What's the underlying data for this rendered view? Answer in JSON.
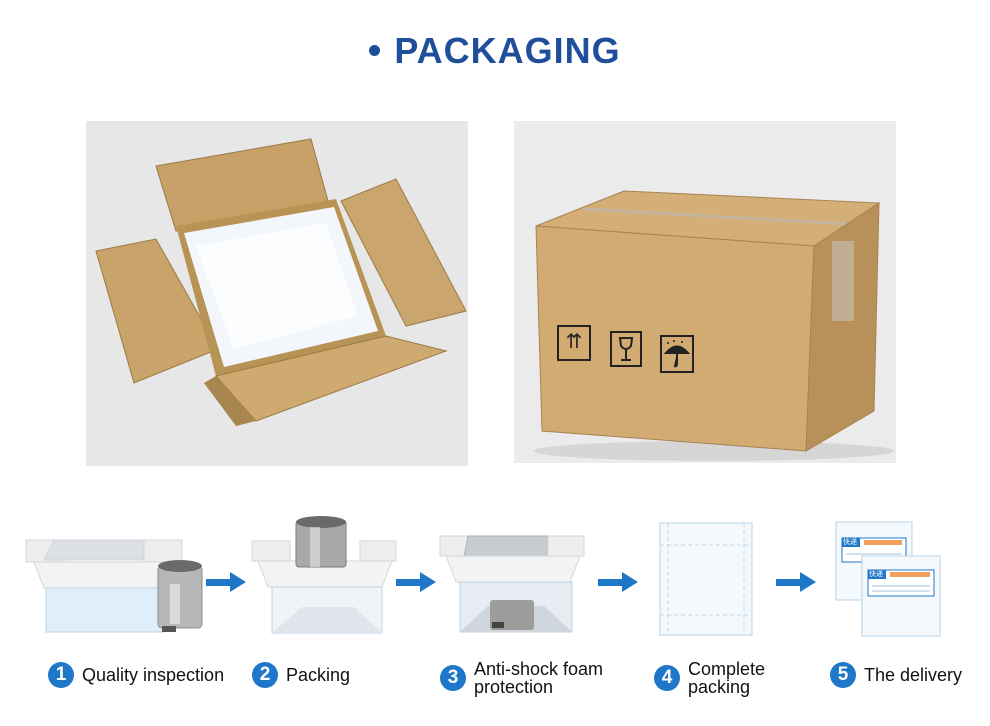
{
  "heading": "PACKAGING",
  "steps": [
    {
      "number": "1",
      "label_line1": "Quality inspection",
      "label_line2": ""
    },
    {
      "number": "2",
      "label_line1": "Packing",
      "label_line2": ""
    },
    {
      "number": "3",
      "label_line1": "Anti-shock foam",
      "label_line2": "protection"
    },
    {
      "number": "4",
      "label_line1": "Complete",
      "label_line2": "packing"
    },
    {
      "number": "5",
      "label_line1": "The delivery",
      "label_line2": ""
    }
  ],
  "label_stamp_text": "快递",
  "colors": {
    "heading": "#1f4e9b",
    "badge": "#1f77c9",
    "arrow": "#1f77c9",
    "cardboard": "#c9a46a"
  },
  "icons": [
    "this-way-up-icon",
    "fragile-icon",
    "keep-dry-icon"
  ]
}
